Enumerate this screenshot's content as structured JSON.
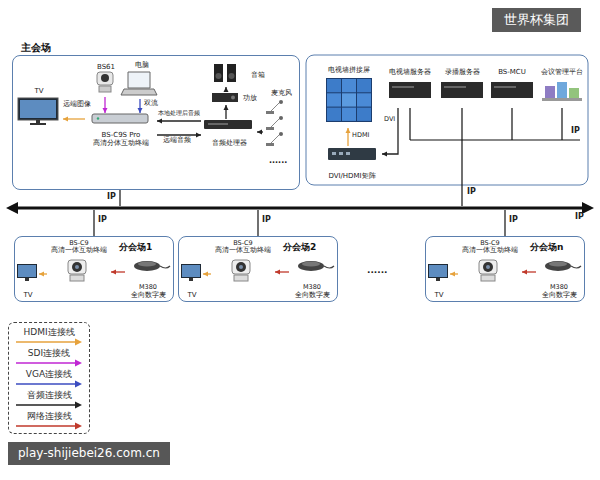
{
  "diagram": {
    "nodes": [
      {
        "text": [
          "主会场"
        ]
      },
      {
        "text": [
          "TV"
        ],
        "in": 0
      },
      {
        "text": [
          "BS61"
        ],
        "in": 0
      },
      {
        "text": [
          "电脑"
        ],
        "in": 0
      },
      {
        "text": [
          "BS-C9S Pro",
          "高清分体互动终端"
        ],
        "in": 0
      },
      {
        "text": [
          "音频处理器"
        ],
        "in": 0
      },
      {
        "text": [
          "功放"
        ],
        "in": 0
      },
      {
        "text": [
          "音箱"
        ],
        "in": 0
      },
      {
        "text": [
          "麦克风"
        ],
        "in": 0
      },
      {
        "text": [
          "电视墙拼接屏"
        ]
      },
      {
        "text": [
          "DVI/HDMI矩阵"
        ]
      },
      {
        "text": [
          "电视墙服务器"
        ]
      },
      {
        "text": [
          "录播服务器"
        ]
      },
      {
        "text": [
          "BS-MCU"
        ]
      },
      {
        "text": [
          "会议管理平台"
        ]
      },
      {
        "text": [
          "分会场1"
        ]
      },
      {
        "text": [
          "BS-C9",
          "高清一体互动终端"
        ],
        "in": 15
      },
      {
        "text": [
          "TV"
        ],
        "in": 15
      },
      {
        "text": [
          "M380",
          "全向数字麦"
        ],
        "in": 15
      },
      {
        "text": [
          "分会场2"
        ]
      },
      {
        "text": [
          "BS-C9",
          "高清一体互动终端"
        ],
        "in": 19
      },
      {
        "text": [
          "TV"
        ],
        "in": 19
      },
      {
        "text": [
          "M380",
          "全向数字麦"
        ],
        "in": 19
      },
      {
        "text": [
          "分会场n"
        ]
      },
      {
        "text": [
          "BS-C9",
          "高清一体互动终端"
        ],
        "in": 23
      },
      {
        "text": [
          "TV"
        ],
        "in": 23
      },
      {
        "text": [
          "M380",
          "全向数字麦"
        ],
        "in": 23
      }
    ],
    "edges": [
      {
        "from": 4,
        "to": 1,
        "label": "远端图像",
        "arrow": "to"
      },
      {
        "from": 2,
        "to": 4,
        "arrow": "to"
      },
      {
        "from": 3,
        "to": 4,
        "label": "双流",
        "arrow": "to"
      },
      {
        "from": 5,
        "to": 4,
        "label": "本地处理后音频",
        "arrow": "to"
      },
      {
        "from": 4,
        "to": 5,
        "label": "远端音频",
        "arrow": "to"
      },
      {
        "from": 5,
        "to": 6,
        "arrow": "to"
      },
      {
        "from": 6,
        "to": 7,
        "arrow": "to"
      },
      {
        "from": 8,
        "to": 5,
        "arrow": "to"
      },
      {
        "from": 10,
        "to": 9,
        "label": "HDMI",
        "arrow": "to"
      },
      {
        "from": 11,
        "to": 10,
        "label": "DVI",
        "arrow": "to"
      },
      {
        "from": 18,
        "to": 16,
        "arrow": "to"
      },
      {
        "from": 16,
        "to": 17,
        "arrow": "to"
      },
      {
        "from": 22,
        "to": 20,
        "arrow": "to"
      },
      {
        "from": 20,
        "to": 21,
        "arrow": "to"
      },
      {
        "from": 26,
        "to": 24,
        "arrow": "to"
      },
      {
        "from": 24,
        "to": 25,
        "arrow": "to"
      }
    ],
    "labels": [
      "......",
      "IP",
      "IP",
      "IP",
      "IP",
      "IP",
      "IP",
      "IP",
      "......",
      "世界杯集团",
      "play-shijiebei26.com.cn"
    ],
    "legend": [
      {
        "text": "HDMI连接线",
        "color": "#e6a23c"
      },
      {
        "text": "SDI连接线",
        "color": "#c026d3"
      },
      {
        "text": "VGA连接线",
        "color": "#3b4cc0"
      },
      {
        "text": "音频连接线",
        "color": "#222222"
      },
      {
        "text": "网络连接线",
        "color": "#c0392b"
      }
    ]
  }
}
